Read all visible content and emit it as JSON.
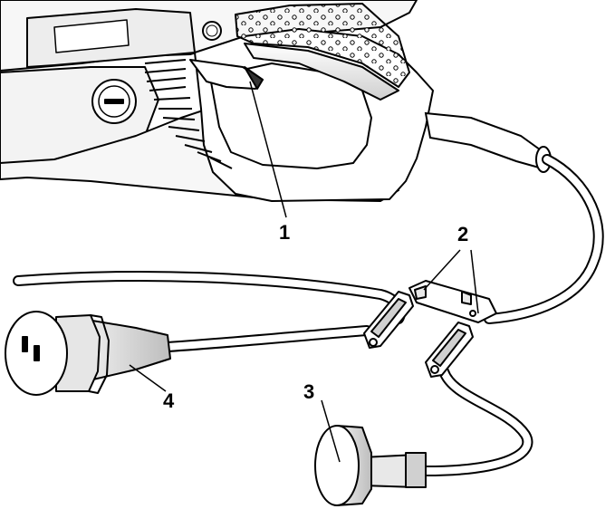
{
  "figure": {
    "callouts": [
      {
        "id": "1",
        "label": "1"
      },
      {
        "id": "2",
        "label": "2"
      },
      {
        "id": "3",
        "label": "3"
      },
      {
        "id": "4",
        "label": "4"
      }
    ],
    "colors": {
      "line": "#000000",
      "fill": "#ffffff",
      "shade": "#d9d9d9",
      "dark": "#8c8c8c"
    }
  }
}
